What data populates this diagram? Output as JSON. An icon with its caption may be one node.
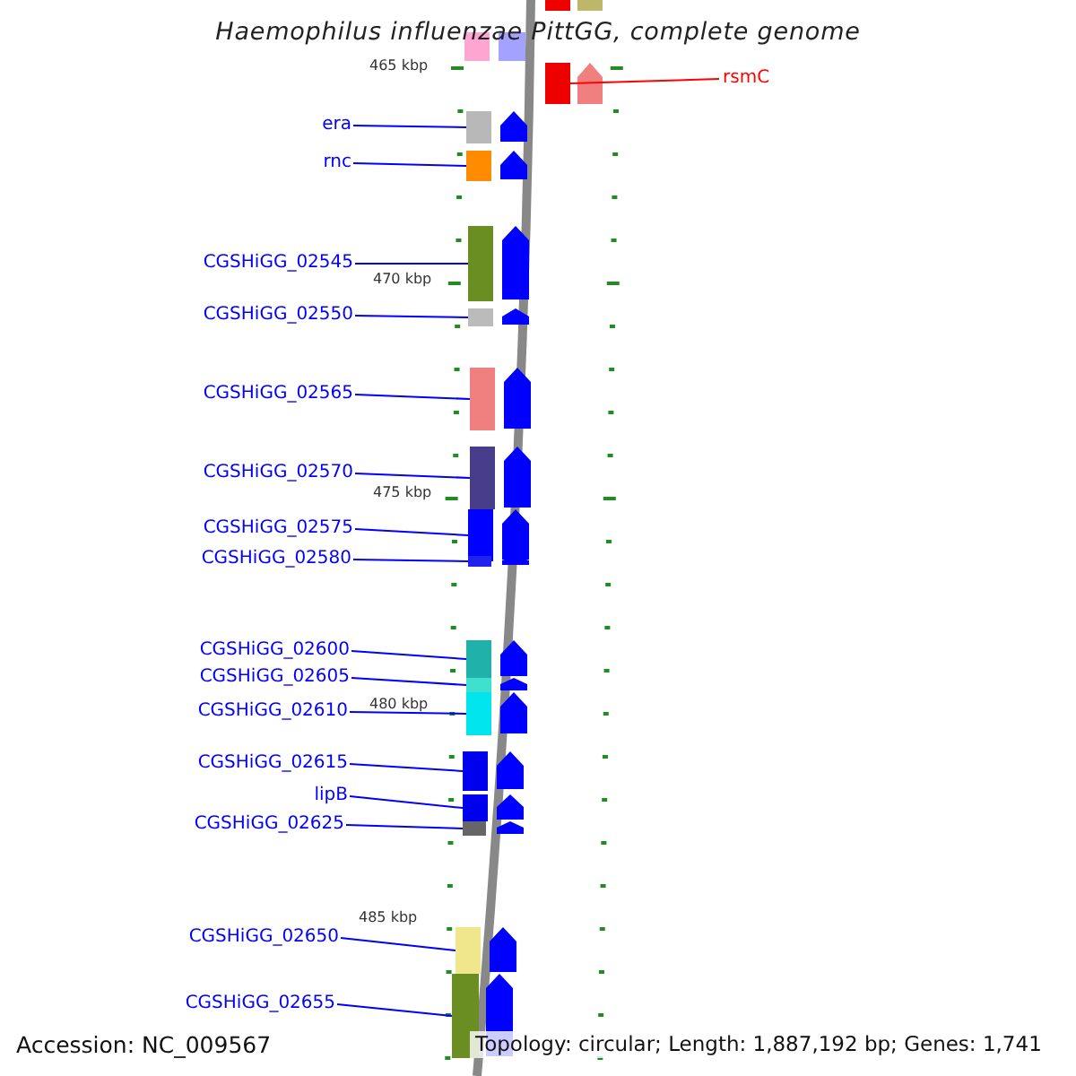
{
  "diagram": {
    "title": "Haemophilus influenzae PittGG, complete genome",
    "nodes": [
      {
        "text": [
          "rsmC"
        ]
      },
      {
        "text": [
          "era"
        ]
      },
      {
        "text": [
          "rnc"
        ]
      },
      {
        "text": [
          "CGSHiGG_02545"
        ]
      },
      {
        "text": [
          "CGSHiGG_02550"
        ]
      },
      {
        "text": [
          "CGSHiGG_02565"
        ]
      },
      {
        "text": [
          "CGSHiGG_02570"
        ]
      },
      {
        "text": [
          "CGSHiGG_02575"
        ]
      },
      {
        "text": [
          "CGSHiGG_02580"
        ]
      },
      {
        "text": [
          "CGSHiGG_02600"
        ]
      },
      {
        "text": [
          "CGSHiGG_02605"
        ]
      },
      {
        "text": [
          "CGSHiGG_02610"
        ]
      },
      {
        "text": [
          "CGSHiGG_02615"
        ]
      },
      {
        "text": [
          "lipB"
        ]
      },
      {
        "text": [
          "CGSHiGG_02625"
        ]
      },
      {
        "text": [
          "CGSHiGG_02650"
        ]
      },
      {
        "text": [
          "CGSHiGG_02655"
        ]
      },
      {
        "text": [],
        "shape": "bar"
      },
      {
        "text": [],
        "shape": "bar"
      },
      {
        "text": [],
        "shape": "bar"
      },
      {
        "text": [],
        "shape": "bar"
      },
      {
        "text": [],
        "shape": "bar"
      },
      {
        "text": [],
        "shape": "bar"
      },
      {
        "text": [],
        "shape": "bar"
      },
      {
        "text": [],
        "shape": "bar"
      },
      {
        "text": [],
        "shape": "bar"
      },
      {
        "text": [],
        "shape": "bar"
      },
      {
        "text": [],
        "shape": "bar"
      },
      {
        "text": [],
        "shape": "bar"
      },
      {
        "text": [],
        "shape": "bar"
      },
      {
        "text": [],
        "shape": "bar"
      },
      {
        "text": [],
        "shape": "bar"
      },
      {
        "text": [],
        "shape": "bar"
      },
      {
        "text": [],
        "shape": "bar"
      }
    ],
    "edges": [
      {
        "from": 0,
        "to": 17,
        "arrow": "none",
        "color": "#ff0000"
      },
      {
        "from": 1,
        "to": 18,
        "arrow": "none"
      },
      {
        "from": 2,
        "to": 19,
        "arrow": "none"
      },
      {
        "from": 3,
        "to": 20,
        "arrow": "none"
      },
      {
        "from": 4,
        "to": 21,
        "arrow": "none"
      },
      {
        "from": 5,
        "to": 22,
        "arrow": "none"
      },
      {
        "from": 6,
        "to": 23,
        "arrow": "none"
      },
      {
        "from": 7,
        "to": 24,
        "arrow": "none"
      },
      {
        "from": 8,
        "to": 25,
        "arrow": "none"
      },
      {
        "from": 9,
        "to": 26,
        "arrow": "none"
      },
      {
        "from": 10,
        "to": 27,
        "arrow": "none"
      },
      {
        "from": 11,
        "to": 28,
        "arrow": "none"
      },
      {
        "from": 12,
        "to": 29,
        "arrow": "none"
      },
      {
        "from": 13,
        "to": 30,
        "arrow": "none"
      },
      {
        "from": 14,
        "to": 31,
        "arrow": "none"
      },
      {
        "from": 15,
        "to": 32,
        "arrow": "none"
      },
      {
        "from": 16,
        "to": 33,
        "arrow": "none"
      }
    ],
    "labels": [
      "465 kbp",
      "470 kbp",
      "475 kbp",
      "480 kbp",
      "485 kbp",
      "Accession: NC_009567",
      "Topology: circular; Length: 1,887,192 bp; Genes: 1,741"
    ]
  }
}
